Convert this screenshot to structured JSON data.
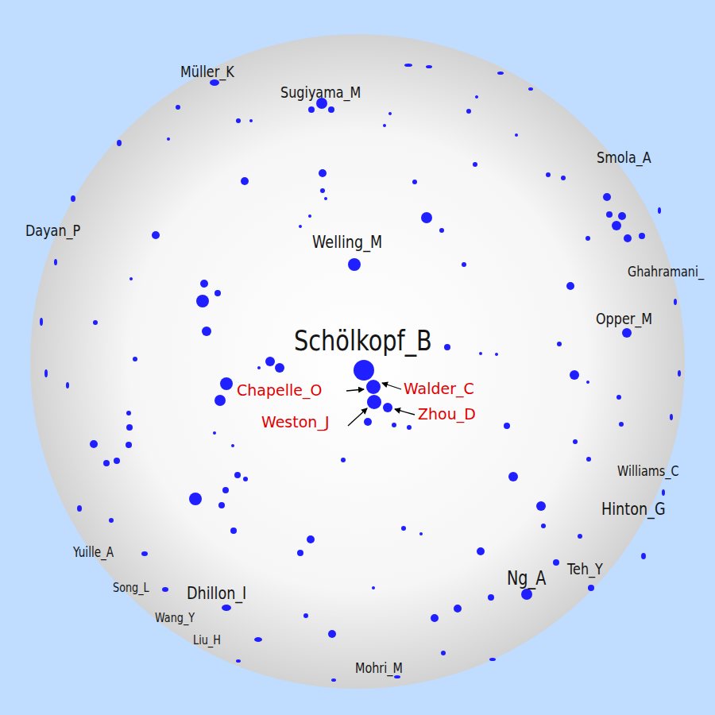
{
  "diagram": {
    "labels": [
      "Müller_K",
      "Sugiyama_M",
      "Smola_A",
      "Dayan_P",
      "Welling_M",
      "Ghahramani_",
      "Opper_M",
      "Schölkopf_B",
      "Chapelle_O",
      "Walder_C",
      "Weston_J",
      "Zhou_D",
      "Williams_C",
      "Hinton_G",
      "Yuille_A",
      "Song_L",
      "Dhillon_I",
      "Wang_Y",
      "Liu_H",
      "Ng_A",
      "Teh_Y",
      "Mohri_M"
    ]
  }
}
